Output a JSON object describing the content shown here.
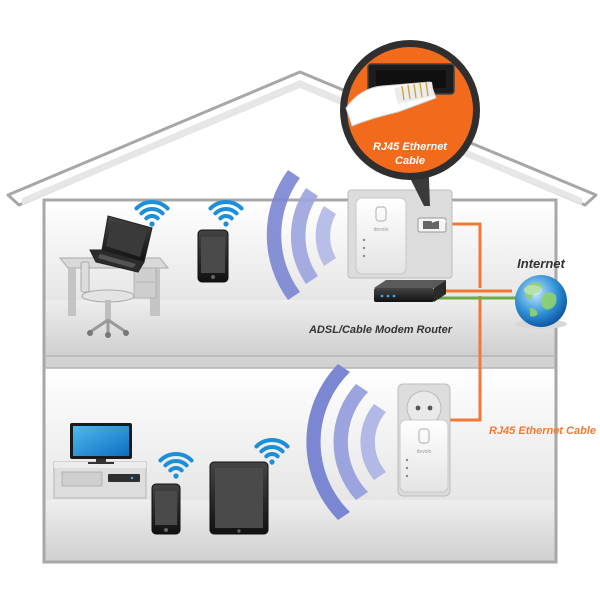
{
  "labels": {
    "callout": [
      "RJ45 Ethernet",
      "Cable"
    ],
    "internet": "Internet",
    "modem_router": "ADSL/Cable Modem Router",
    "rj45_cable": "RJ45 Ethernet Cable"
  },
  "brand": "devolo",
  "colors": {
    "callout_orange": "#f26a1b",
    "cable_orange": "#f07a35",
    "cable_green": "#6cab47",
    "wifi_blue": "#1c8fd8",
    "signal_purple": "#8a95d8",
    "text_dark": "#333333",
    "house_outline": "#a7a7a7"
  },
  "icons": {
    "laptop": "laptop-icon",
    "phone": "smartphone-icon",
    "tablet": "tablet-icon",
    "tv": "tv-icon",
    "globe": "globe-icon",
    "router": "router-icon",
    "powerline": "powerline-adapter-icon",
    "wifi": "wifi-icon"
  }
}
